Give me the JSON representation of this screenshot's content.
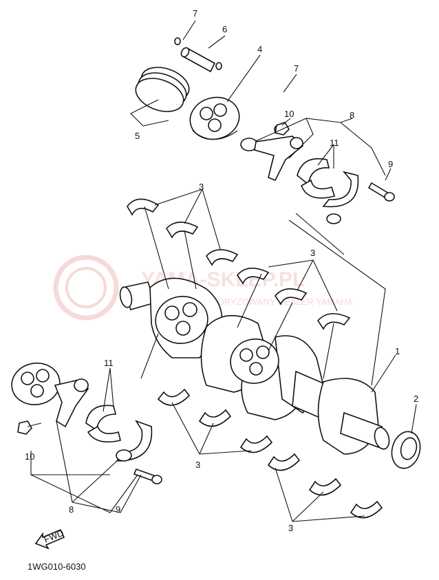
{
  "labels": {
    "l7a": "7",
    "l6": "6",
    "l4": "4",
    "l7b": "7",
    "l10a": "10",
    "l8a": "8",
    "l11a": "11",
    "l9a": "9",
    "l5": "5",
    "l3a": "3",
    "l3b": "3",
    "l1": "1",
    "l2": "2",
    "l11b": "11",
    "l10b": "10",
    "l3c": "3",
    "l8b": "8",
    "l9b": "9",
    "l3d": "3"
  },
  "fwd_label": "FWD",
  "diagram_code": "1WG010-6030",
  "watermark": {
    "brand": "YAMA-SKLEP.PL",
    "subtitle": "AUTORYZOWANY DEALER YAMAHA"
  },
  "colors": {
    "watermark": "#e8a0a0",
    "ink": "#111111"
  }
}
